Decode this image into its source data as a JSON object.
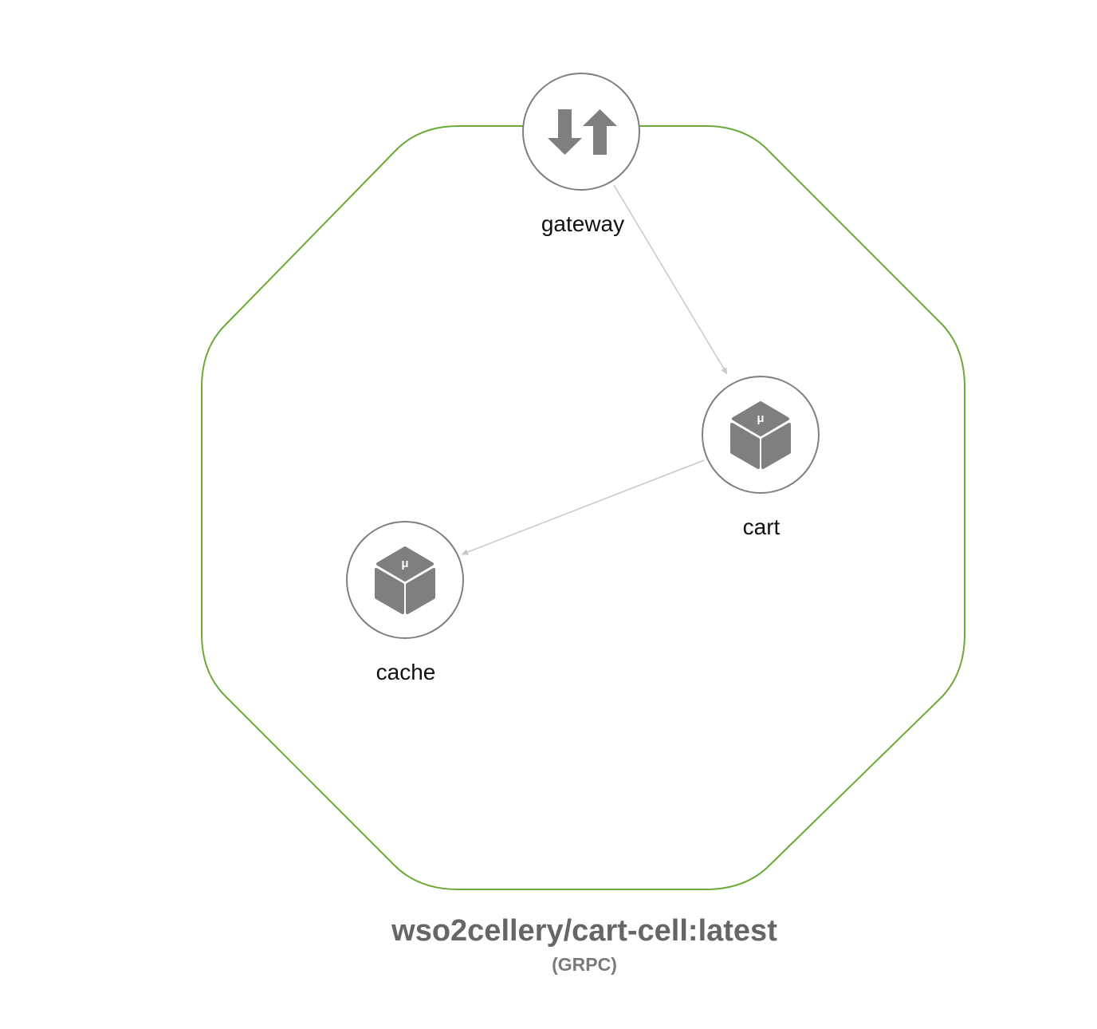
{
  "cell": {
    "name": "wso2cellery/cart-cell:latest",
    "type": "(GRPC)",
    "border_color": "#6aaa35",
    "title_color": "#666666",
    "subtitle_color": "#7a7a7a"
  },
  "nodes": {
    "gateway": {
      "label": "gateway",
      "icon": "gateway-arrows-icon"
    },
    "cart": {
      "label": "cart",
      "icon": "microservice-cube-icon",
      "badge": "μ"
    },
    "cache": {
      "label": "cache",
      "icon": "microservice-cube-icon",
      "badge": "μ"
    }
  },
  "edges": [
    {
      "from": "gateway",
      "to": "cart"
    },
    {
      "from": "cart",
      "to": "cache"
    }
  ],
  "colors": {
    "node_border": "#7f7f7f",
    "icon_fill": "#7f7f7f",
    "edge": "#c8c8c8",
    "label": "#111111"
  }
}
